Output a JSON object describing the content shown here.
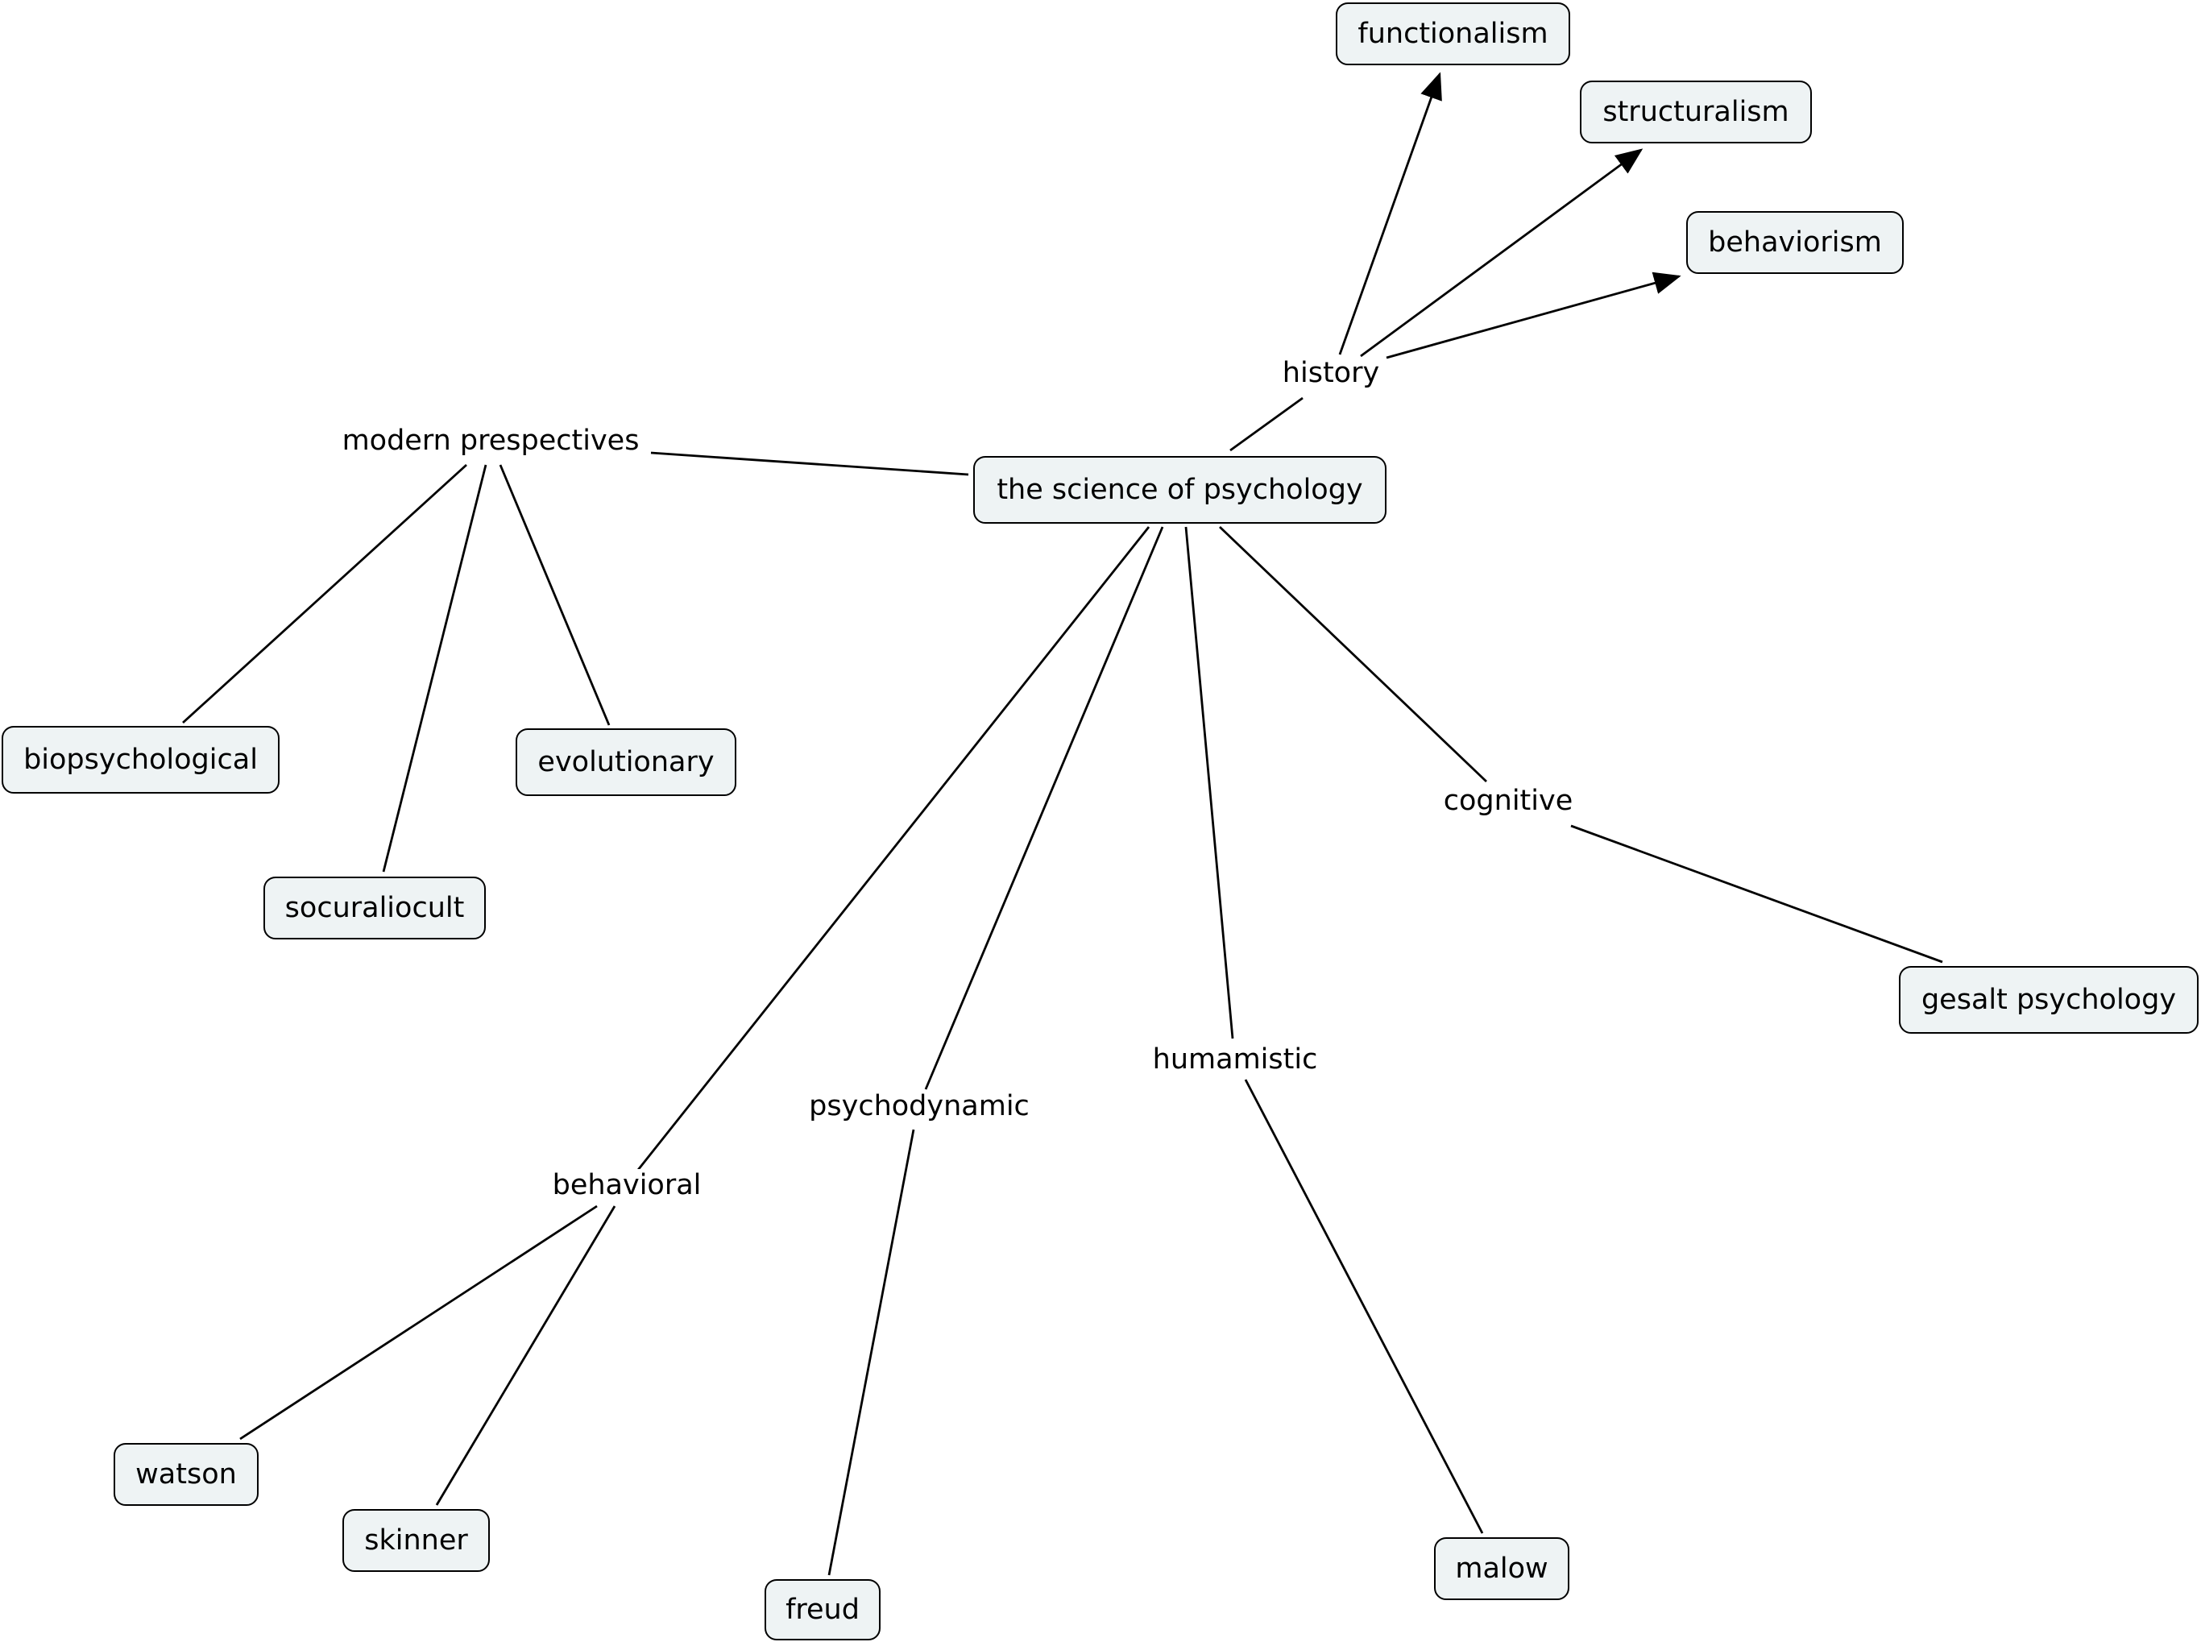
{
  "concepts": {
    "science": "the science of psychology",
    "functionalism": "functionalism",
    "structuralism": "structuralism",
    "behaviorism": "behaviorism",
    "biopsychological": "biopsychological",
    "evolutionary": "evolutionary",
    "socuraliocult": "socuraliocult",
    "gesalt": "gesalt psychology",
    "watson": "watson",
    "skinner": "skinner",
    "freud": "freud",
    "malow": "malow"
  },
  "links": {
    "history": "history",
    "modern": "modern prespectives",
    "cognitive": "cognitive",
    "humamistic": "humamistic",
    "psychodynamic": "psychodynamic",
    "behavioral": "behavioral"
  },
  "colors": {
    "node_fill": "#eef3f4",
    "stroke": "#000000"
  }
}
